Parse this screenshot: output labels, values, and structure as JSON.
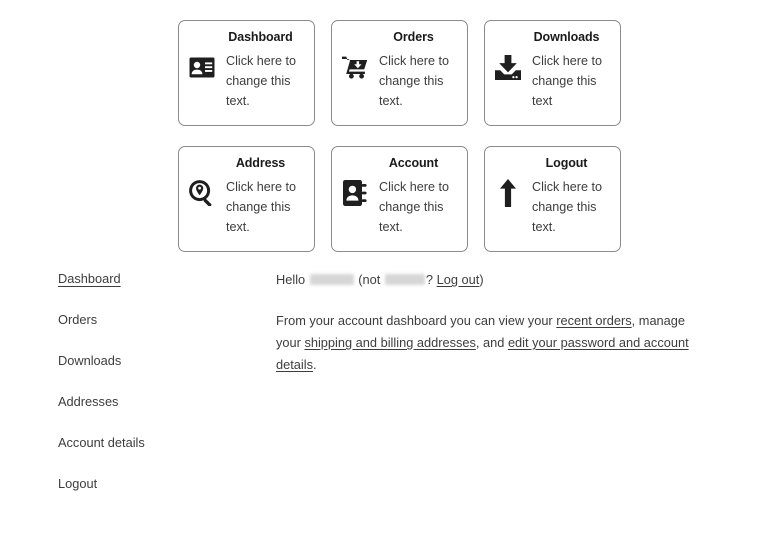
{
  "cards": [
    {
      "title": "Dashboard",
      "text": "Click here to change this text.",
      "icon": "id-card-icon"
    },
    {
      "title": "Orders",
      "text": "Click here to change this text.",
      "icon": "shopping-cart-icon"
    },
    {
      "title": "Downloads",
      "text": "Click here to change this text",
      "icon": "download-icon"
    },
    {
      "title": "Address",
      "text": "Click here to change this text.",
      "icon": "location-search-icon"
    },
    {
      "title": "Account",
      "text": "Click here to change this text.",
      "icon": "address-book-icon"
    },
    {
      "title": "Logout",
      "text": "Click here to change this text.",
      "icon": "arrow-up-icon"
    }
  ],
  "account_nav": {
    "items": [
      {
        "label": "Dashboard",
        "active": true
      },
      {
        "label": "Orders",
        "active": false
      },
      {
        "label": "Downloads",
        "active": false
      },
      {
        "label": "Addresses",
        "active": false
      },
      {
        "label": "Account details",
        "active": false
      },
      {
        "label": "Logout",
        "active": false
      }
    ]
  },
  "content": {
    "greeting_prefix": "Hello",
    "greeting_not_open": "(not",
    "greeting_question": "?",
    "logout_link": "Log out",
    "greeting_close": ")",
    "username_redacted": true,
    "intro": {
      "part1": "From your account dashboard you can view your ",
      "link1": "recent orders",
      "part2": ", manage your ",
      "link2": "shipping and billing addresses",
      "part3": ", and ",
      "link3": "edit your password and account details",
      "part4": "."
    }
  },
  "colors": {
    "text": "#3d3d3d",
    "heading": "#1a1a1a",
    "card_border": "#8b8b8b",
    "icon": "#1f1f1f",
    "redaction": "#d6d6d6"
  }
}
